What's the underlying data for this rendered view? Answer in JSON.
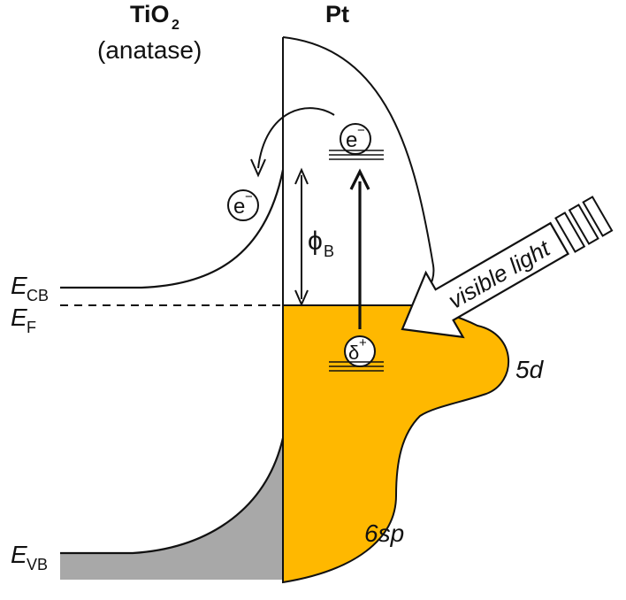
{
  "header": {
    "left_material": "TiO",
    "left_sub": "2",
    "left_phase": "(anatase)",
    "right_material": "Pt"
  },
  "levels": {
    "ecb_main": "E",
    "ecb_sub": "CB",
    "ef_main": "E",
    "ef_sub": "F",
    "evb_main": "E",
    "evb_sub": "VB"
  },
  "labels": {
    "electron_main": "e",
    "electron_sup": "−",
    "barrier_main": "ϕ",
    "barrier_sub": "B",
    "hole_main": "δ",
    "hole_sup": "+",
    "band_5d": "5d",
    "band_6sp": "6sp",
    "light": "visible light"
  },
  "colors": {
    "filled_states": "#FFB800",
    "valence_band": "#A8A8A8",
    "line": "#111111"
  }
}
